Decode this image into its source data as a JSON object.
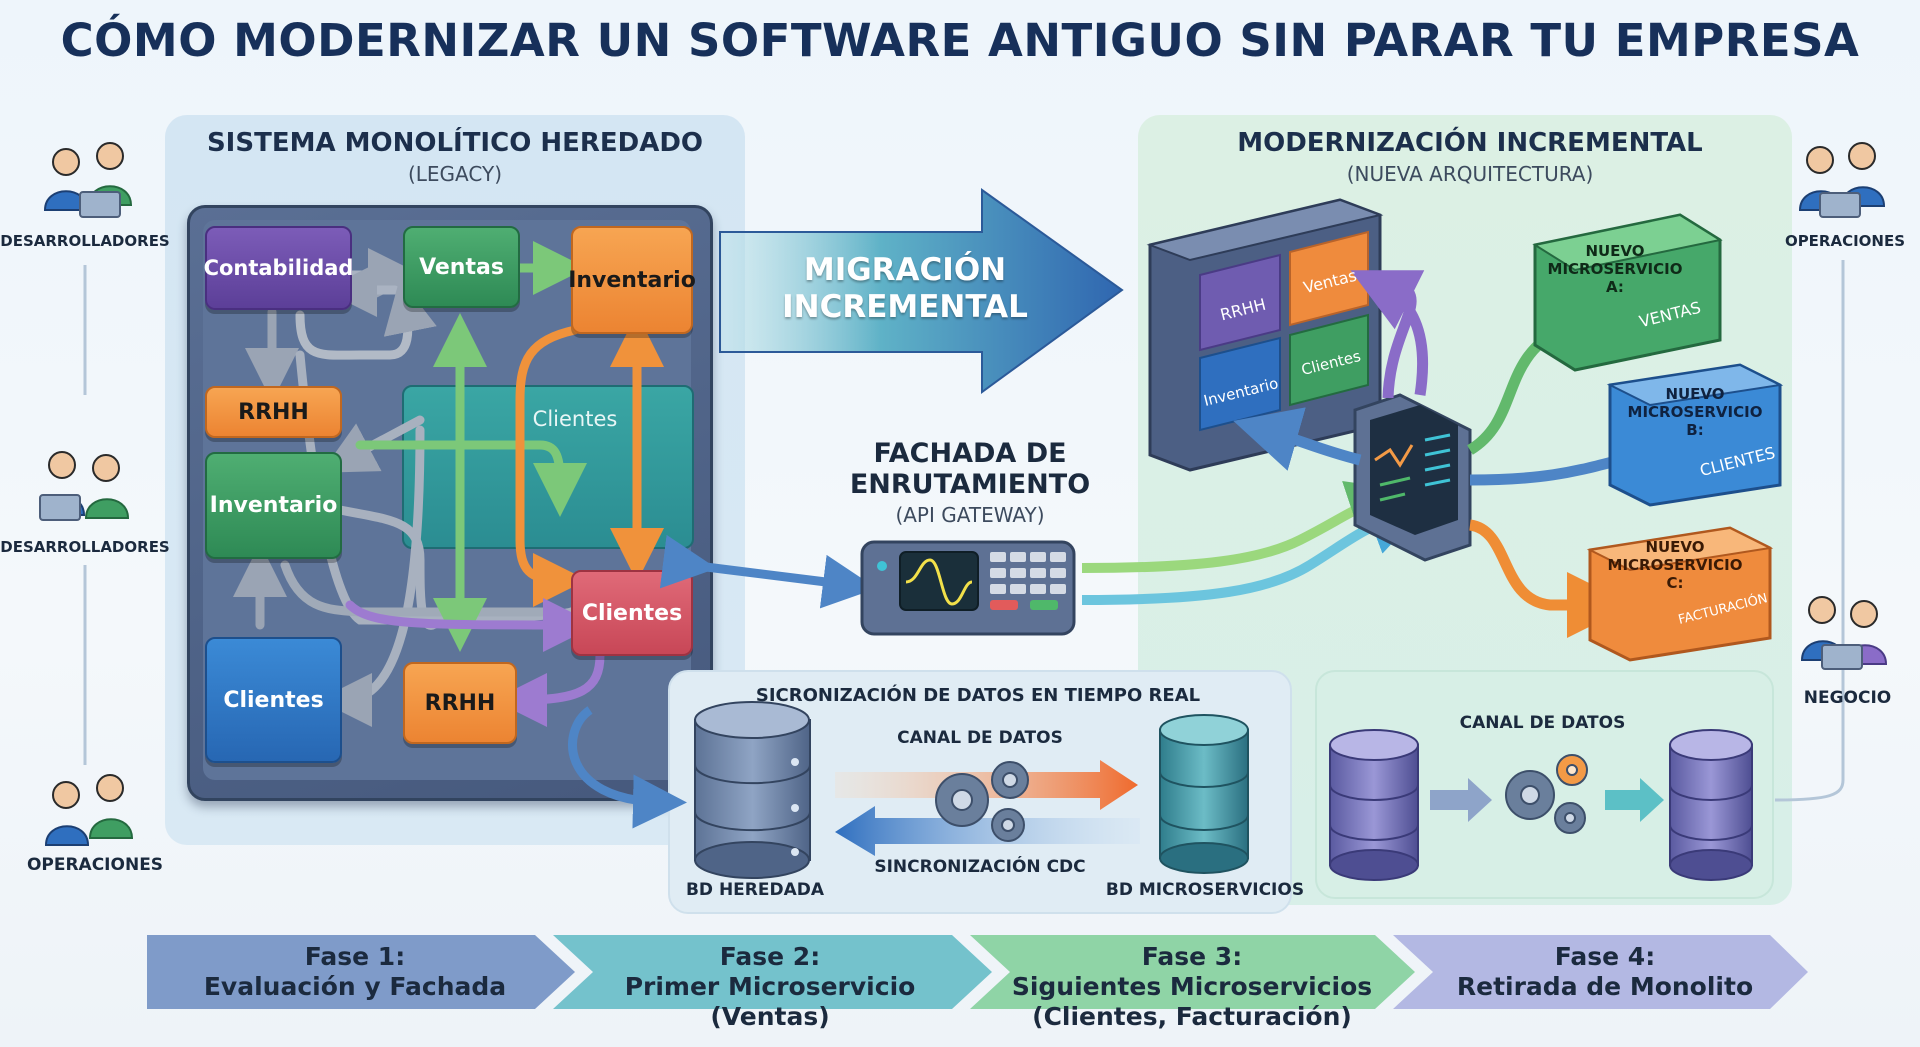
{
  "title": "CÓMO MODERNIZAR UN SOFTWARE ANTIGUO SIN PARAR TU EMPRESA",
  "legacy": {
    "heading": "SISTEMA MONOLÍTICO HEREDADO",
    "subheading": "(LEGACY)",
    "modules": {
      "contabilidad": "Contabilidad",
      "ventas": "Ventas",
      "inventario_top": "Inventario",
      "rrhh_top": "RRHH",
      "clientes_big": "Clientes",
      "inventario": "Inventario",
      "clientes_red": "Clientes",
      "clientes_blue": "Clientes",
      "rrhh_bottom": "RRHH"
    }
  },
  "migration": {
    "line1": "MIGRACIÓN",
    "line2": "INCREMENTAL"
  },
  "gateway": {
    "line1": "FACHADA DE",
    "line2": "ENRUTAMIENTO",
    "sub": "(API GATEWAY)"
  },
  "modern": {
    "heading": "MODERNIZACIÓN INCREMENTAL",
    "subheading": "(NUEVA ARQUITECTURA)",
    "tiles": {
      "rrhh": "RRHH",
      "ventas": "Ventas",
      "inventario": "Inventario",
      "clientes": "Clientes"
    },
    "micro_a": {
      "l1": "NUEVO",
      "l2": "MICROSERVICIO",
      "l3": "A:",
      "name": "VENTAS"
    },
    "micro_b": {
      "l1": "NUEVO",
      "l2": "MICROSERVICIO",
      "l3": "B:",
      "name": "CLIENTES"
    },
    "micro_c": {
      "l1": "NUEVO",
      "l2": "MICROSERVICIO",
      "l3": "C:",
      "name": "FACTURACIÓN"
    }
  },
  "sync": {
    "heading": "SICRONIZACIÓN DE DATOS EN TIEMPO REAL",
    "canal": "CANAL DE DATOS",
    "cdc": "SINCRONIZACIÓN CDC",
    "db_left": "BD HEREDADA",
    "db_right": "BD MICROSERVICIOS"
  },
  "canal_panel": {
    "heading": "CANAL DE DATOS"
  },
  "roles": {
    "left_1": "DESARROLLADORES",
    "left_2": "DESARROLLADORES",
    "left_3": "OPERACIONES",
    "right_1": "OPERACIONES",
    "right_2": "NEGOCIO"
  },
  "phases": [
    {
      "l1": "Fase 1:",
      "l2": "Evaluación y Fachada",
      "l3": "",
      "color": "#7f9bc9"
    },
    {
      "l1": "Fase 2:",
      "l2": "Primer Microservicio",
      "l3": "(Ventas)",
      "color": "#74c2cc"
    },
    {
      "l1": "Fase 3:",
      "l2": "Siguientes Microservicios",
      "l3": "(Clientes, Facturación)",
      "color": "#8fd4a6"
    },
    {
      "l1": "Fase 4:",
      "l2": "Retirada de Monolito",
      "l3": "",
      "color": "#b3b8e3"
    }
  ],
  "colors": {
    "title": "#17305a",
    "legacy_panel": "#d4e6f3",
    "modern_panel": "#dcf0e4",
    "arrow_migration": "#3c78b8"
  }
}
